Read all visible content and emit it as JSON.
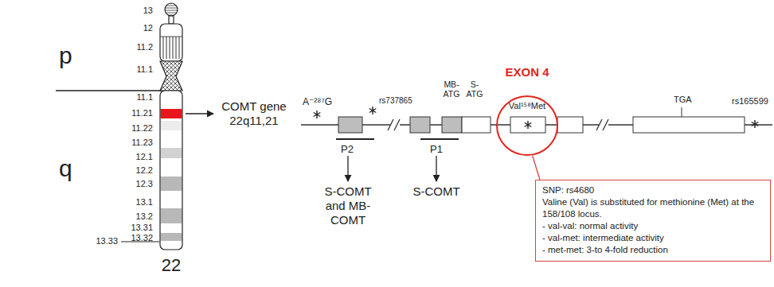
{
  "diagram": {
    "nodes": [
      {
        "text": [
          "EXON 4",
          "Val¹⁵⁸Met"
        ]
      },
      {
        "text": [
          "SNP: rs4680",
          "Valine (Val) is substituted for methionine (Met) at the 158/108 locus.",
          "- val-val: normal activity",
          "- val-met: intermediate activity",
          "- met-met: 3-to 4-fold reduction"
        ]
      }
    ],
    "edges": [
      {
        "from": 0,
        "to": 1,
        "arrow": "none"
      }
    ],
    "labels": [
      "13",
      "12",
      "11.2",
      "11.1",
      "11.1",
      "11.21",
      "11.22",
      "11.23",
      "12.1",
      "12.2",
      "12.3",
      "13.1",
      "13.2",
      "13.31",
      "13.32",
      "13.33",
      "22",
      "p",
      "q",
      "COMT gene 22q11,21",
      "A⁻²⁸⁷G",
      "rs737865",
      "MB- ATG",
      "S- ATG",
      "TGA",
      "rs165599",
      "P2",
      "P1",
      "S-COMT and MB-COMT",
      "S-COMT"
    ]
  }
}
